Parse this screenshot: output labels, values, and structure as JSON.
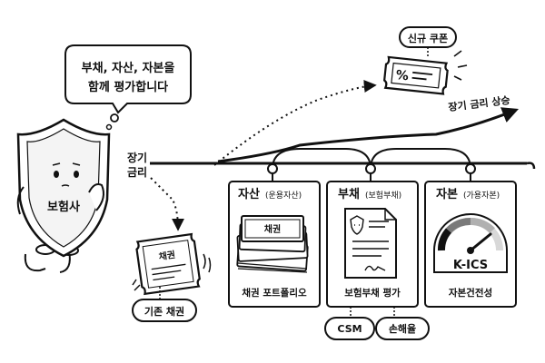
{
  "speech_bubble": {
    "line1": "부채, 자산, 자본을",
    "line2": "함께 평가합니다"
  },
  "insurer": {
    "label": "보험사"
  },
  "rate_label": {
    "line1": "장기",
    "line2": "금리"
  },
  "rising_rate_label": "장기 금리 상승",
  "new_coupon": {
    "tag": "신규 쿠폰",
    "symbol": "%"
  },
  "old_bond": {
    "ticket": "채권",
    "tag": "기존 채권"
  },
  "panels": [
    {
      "title": "자산",
      "subtitle": "(운용자산)",
      "caption": "채권 포트폴리오",
      "bond_label": "채권"
    },
    {
      "title": "부채",
      "subtitle": "(보험부채)",
      "caption": "보험부채 평가"
    },
    {
      "title": "자본",
      "subtitle": "(가용자본)",
      "caption": "자본건전성",
      "gauge_label": "K-ICS"
    }
  ],
  "sub_tags": [
    "CSM",
    "손해율"
  ],
  "colors": {
    "ink": "#111111",
    "panel_fill": "#ffffff",
    "gauge_fill": "#7a7a7a",
    "gauge_light": "#d8d8d8"
  }
}
